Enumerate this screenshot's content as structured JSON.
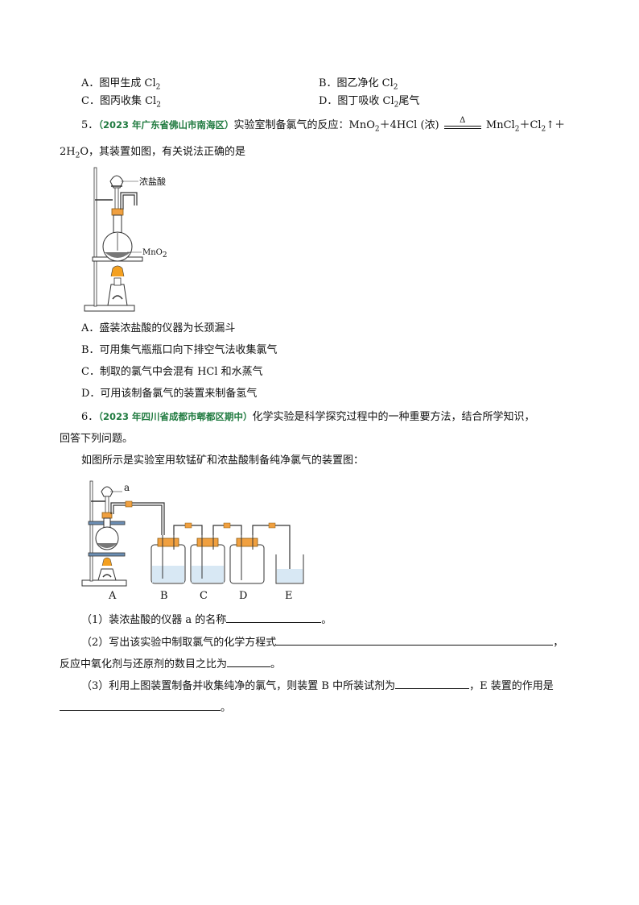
{
  "q4_options": {
    "A": "A．图甲生成 Cl",
    "A_sub": "2",
    "B": "B．图乙净化 Cl",
    "B_sub": "2",
    "C": "C．图丙收集 Cl",
    "C_sub": "2",
    "D": "D．图丁吸收 Cl",
    "D_sub": "2",
    "D_tail": "尾气"
  },
  "q5": {
    "number": "5．",
    "source": "（2023 年广东省佛山市南海区）",
    "stem_a": "实验室制备氯气的反应：MnO",
    "stem_a_sub": "2",
    "stem_b": "＋4HCl (浓)",
    "delta": "Δ",
    "stem_c": "MnCl",
    "stem_c_sub": "2",
    "stem_d": "＋Cl",
    "stem_d_sub": "2",
    "stem_e": "↑＋",
    "line2_a": "2H",
    "line2_sub": "2",
    "line2_b": "O，其装置如图，有关说法正确的是",
    "fig_label_acid": "浓盐酸",
    "fig_label_mno2": "MnO",
    "fig_label_mno2_sub": "2",
    "options": [
      "A．盛装浓盐酸的仪器为长颈漏斗",
      "B．可用集气瓶瓶口向下排空气法收集氯气",
      "C．制取的氯气中会混有 HCl 和水蒸气",
      "D．可用该制备氯气的装置来制备氢气"
    ]
  },
  "q6": {
    "number": "6．",
    "source": "（2023 年四川省成都市郫都区期中）",
    "stem": "化学实验是科学探究过程中的一种重要方法，结合所学知识，",
    "stem2": "回答下列问题。",
    "intro": "如图所示是实验室用软锰矿和浓盐酸制备纯净氯气的装置图：",
    "fig_label_a": "a",
    "fig_letters": [
      "A",
      "B",
      "C",
      "D",
      "E"
    ],
    "sub1": "（1）装浓盐酸的仪器 a 的名称",
    "sub1_end": "。",
    "sub2": "（2）写出该实验中制取氯气的化学方程式",
    "sub2_end": "，",
    "sub2_line2": "反应中氧化剂与还原剂的数目之比为",
    "sub2_line2_end": "。",
    "sub3": "（3）利用上图装置制备并收集纯净的氯气，则装置 B 中所装试剂为",
    "sub3_mid": "，E 装置的作用是",
    "sub3_end": "。"
  }
}
